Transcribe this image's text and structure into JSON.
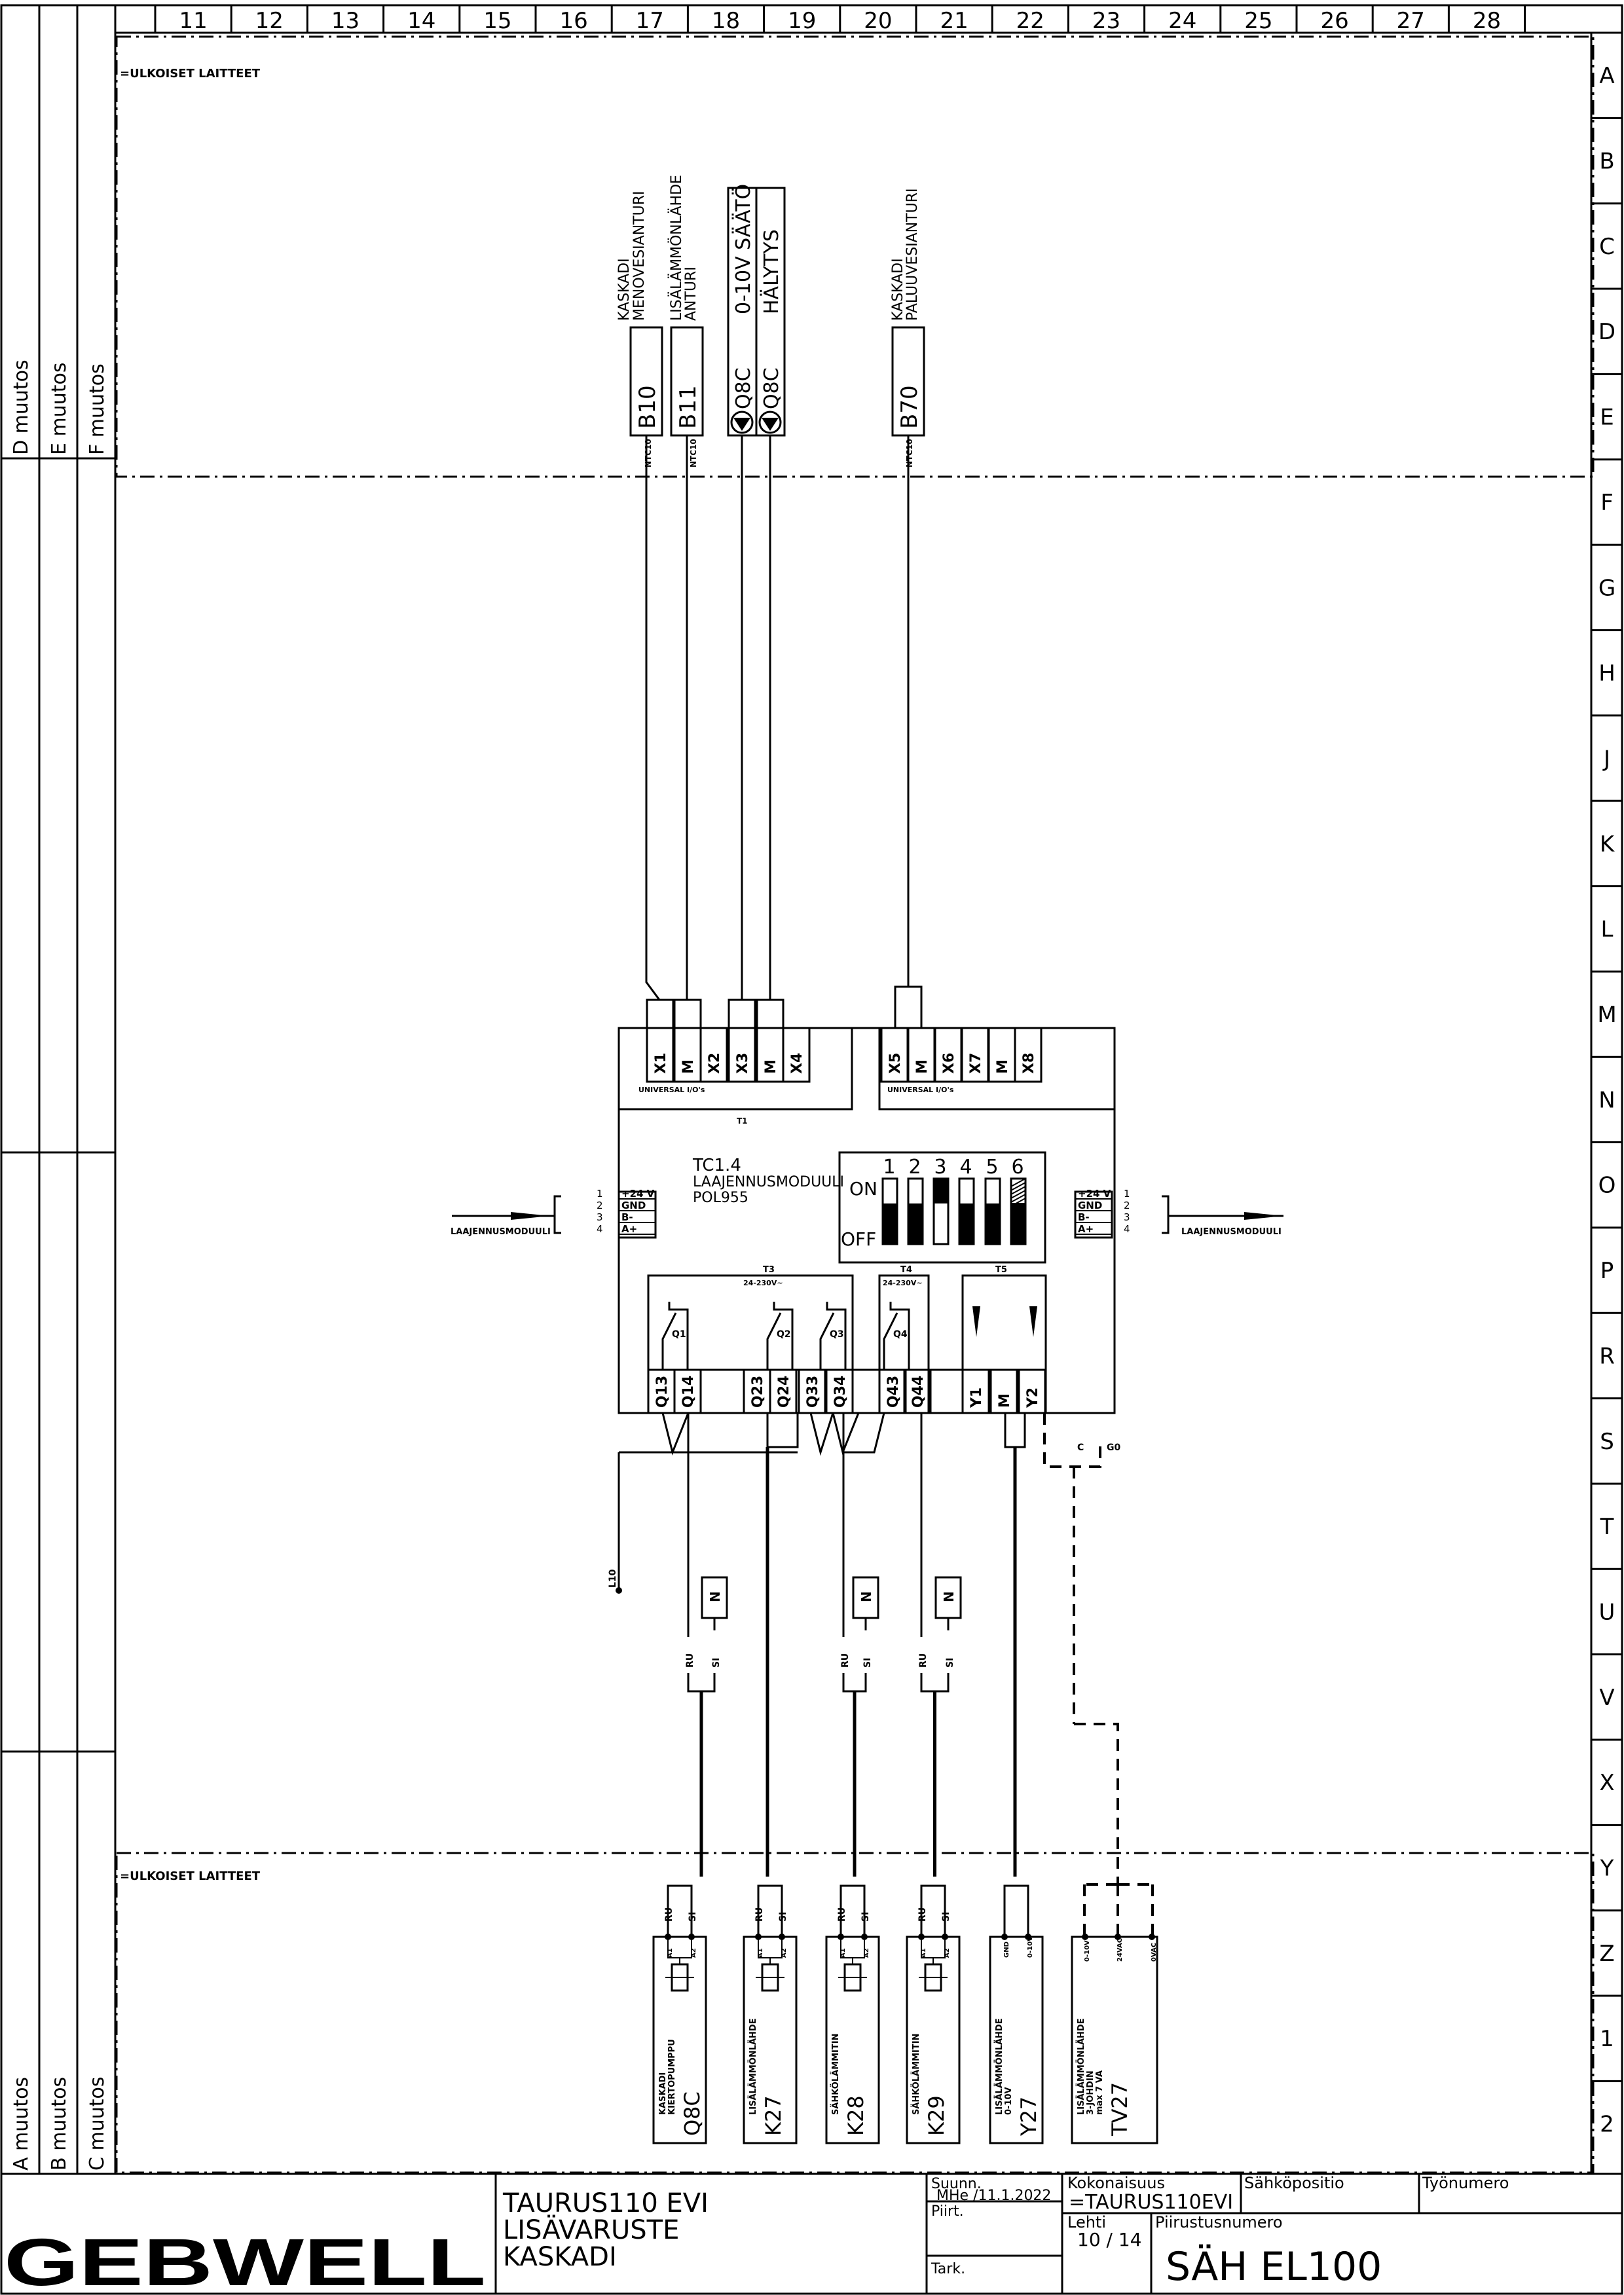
{
  "columns": [
    "11",
    "12",
    "13",
    "14",
    "15",
    "16",
    "17",
    "18",
    "19",
    "20",
    "21",
    "22",
    "23",
    "24",
    "25",
    "26",
    "27",
    "28"
  ],
  "rows": [
    "A",
    "B",
    "C",
    "D",
    "E",
    "F",
    "G",
    "H",
    "J",
    "K",
    "L",
    "M",
    "N",
    "O",
    "P",
    "R",
    "S",
    "T",
    "U",
    "V",
    "X",
    "Y",
    "Z",
    "1",
    "2"
  ],
  "revisions_top": [
    "D muutos",
    "E muutos",
    "F muutos"
  ],
  "revisions_bottom": [
    "A muutos",
    "B muutos",
    "C muutos"
  ],
  "section_label_top": "=ULKOISET LAITTEET",
  "section_label_bottom": "=ULKOISET LAITTEET",
  "top_devices": [
    {
      "tag": "B10",
      "type": "NTC10",
      "desc1": "KASKADI",
      "desc2": "MENOVESIANTURI"
    },
    {
      "tag": "B11",
      "type": "NTC10",
      "desc1": "LISÄLÄMMÖNLÄHDE",
      "desc2": "ANTURI"
    },
    {
      "tag": "Q8C",
      "type": "",
      "desc1": "0-10V SÄÄTÖ",
      "desc2": ""
    },
    {
      "tag": "Q8C",
      "type": "",
      "desc1": "HÄLYTYS",
      "desc2": ""
    },
    {
      "tag": "B70",
      "type": "NTC10",
      "desc1": "KASKADI",
      "desc2": "PALUUVESIANTURI"
    }
  ],
  "module": {
    "name": "TC1.4",
    "line2": "LAAJENNUSMODUULI",
    "line3": "POL955",
    "t1_label": "T1",
    "t1_left_terms": [
      "X1",
      "M",
      "X2",
      "X3",
      "M",
      "X4"
    ],
    "t1_right_terms": [
      "X5",
      "M",
      "X6",
      "X7",
      "M",
      "X8"
    ],
    "universal": "UNIVERSAL I/O's",
    "dip_numbers": [
      "1",
      "2",
      "3",
      "4",
      "5",
      "6"
    ],
    "dip_on": "ON",
    "dip_off": "OFF",
    "bus_pins": [
      "1",
      "2",
      "3",
      "4"
    ],
    "bus_signals": [
      "+24 V",
      "GND",
      "B-",
      "A+"
    ],
    "bus_label": "LAAJENNUSMODUULI",
    "t3_label": "T3",
    "t3_voltage": "24-230V~",
    "t4_label": "T4",
    "t4_voltage": "24-230V~",
    "t5_label": "T5",
    "relays": [
      "Q1",
      "Q2",
      "Q3",
      "Q4"
    ],
    "bottom_terms": [
      "Q13",
      "Q14",
      "Q23",
      "Q24",
      "Q33",
      "Q34",
      "Q43",
      "Q44",
      "Y1",
      "M",
      "Y2"
    ]
  },
  "wire_labels": {
    "l10": "L10",
    "n": "N",
    "ru": "RU",
    "si": "SI",
    "c": "C",
    "g0": "G0"
  },
  "bottom_devices": [
    {
      "tag": "Q8C",
      "t1": "A1",
      "t2": "A2",
      "desc1": "KASKADI",
      "desc2": "KIERTOPUMPPU",
      "desc3": ""
    },
    {
      "tag": "K27",
      "t1": "A1",
      "t2": "A2",
      "desc1": "LISÄLÄMMÖNLÄHDE",
      "desc2": "",
      "desc3": ""
    },
    {
      "tag": "K28",
      "t1": "A1",
      "t2": "A2",
      "desc1": "SÄHKÖLÄMMITIN",
      "desc2": "",
      "desc3": ""
    },
    {
      "tag": "K29",
      "t1": "A1",
      "t2": "A2",
      "desc1": "SÄHKÖLÄMMITIN",
      "desc2": "",
      "desc3": ""
    },
    {
      "tag": "Y27",
      "t1": "GND",
      "t2": "0-10V",
      "desc1": "LISÄLÄMMÖNLÄHDE",
      "desc2": "0-10V",
      "desc3": ""
    },
    {
      "tag": "TV27",
      "t1": "0-10V",
      "t2": "24VAC",
      "t3": "0VAC",
      "desc1": "LISÄLÄMMÖNLÄHDE",
      "desc2": "3-JOHDIN",
      "desc3": "max 7 VA"
    }
  ],
  "title_block": {
    "logo": "GEBWELL",
    "title1": "TAURUS110 EVI",
    "title2": "LISÄVARUSTE",
    "title3": "KASKADI",
    "suunn_label": "Suunn.",
    "suunn_value": "MHe /11.1.2022",
    "piirt_label": "Piirt.",
    "tark_label": "Tark.",
    "kokonaisuus_label": "Kokonaisuus",
    "kokonaisuus_value": "=TAURUS110EVI",
    "sahkopositio_label": "Sähköpositio",
    "tyonumero_label": "Työnumero",
    "lehti_label": "Lehti",
    "lehti_value": "10 / 14",
    "piirustusnumero_label": "Piirustusnumero",
    "piirustusnumero_value": "SÄH EL100"
  }
}
